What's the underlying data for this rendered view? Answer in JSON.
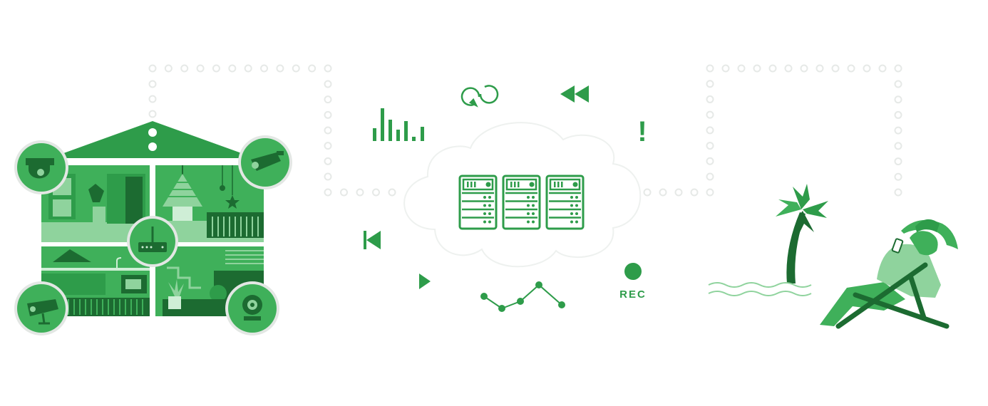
{
  "colors": {
    "primary": "#2e9c4a",
    "dark": "#1c6b31",
    "mid": "#3fb05a",
    "light": "#8fd39d",
    "pale": "#cfeed6",
    "outline": "#e3e7e4",
    "dots": "#e6e9e7"
  },
  "icons": {
    "house": "smart-home-illustration",
    "cloud": "cloud-server-icon",
    "beach": "beach-relaxing-illustration"
  },
  "cloud": {
    "servers": 3
  },
  "rec": {
    "label": "REC"
  },
  "exclamation": "!"
}
